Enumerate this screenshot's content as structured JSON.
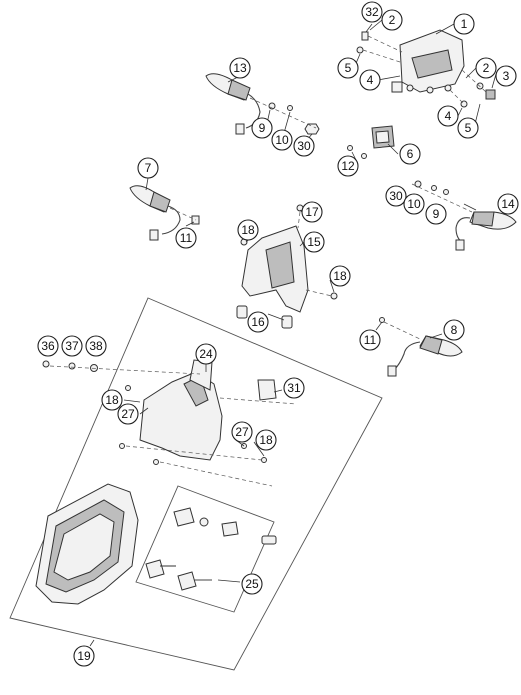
{
  "callouts": {
    "c1": "1",
    "c2a": "2",
    "c32": "32",
    "c2b": "2",
    "c3": "3",
    "c5a": "5",
    "c4a": "4",
    "c4b": "4",
    "c5b": "5",
    "c6": "6",
    "c12": "12",
    "c13": "13",
    "c9a": "9",
    "c10a": "10",
    "c30a": "30",
    "c7": "7",
    "c11a": "11",
    "c17": "17",
    "c18a": "18",
    "c15": "15",
    "c18b": "18",
    "c16": "16",
    "c30b": "30",
    "c10b": "10",
    "c9b": "9",
    "c14": "14",
    "c8": "8",
    "c11b": "11",
    "c36": "36",
    "c37": "37",
    "c38": "38",
    "c24": "24",
    "c31": "31",
    "c18c": "18",
    "c27a": "27",
    "c27b": "27",
    "c18d": "18",
    "c25": "25",
    "c19": "19"
  }
}
